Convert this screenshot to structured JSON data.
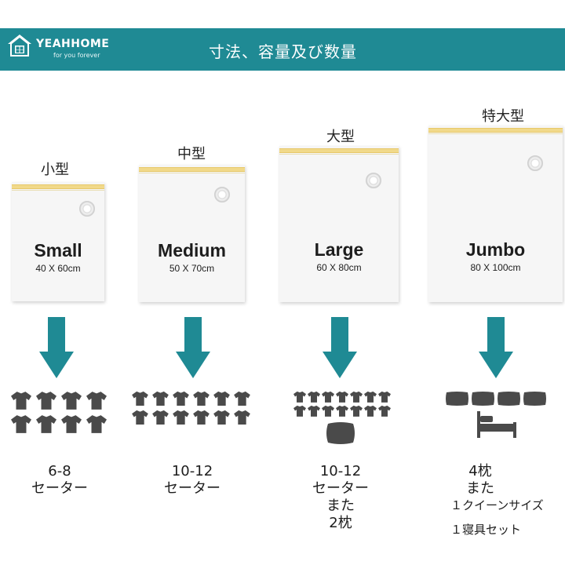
{
  "header": {
    "brand": "YEAHHOME",
    "tagline": "for you forever",
    "title": "寸法、容量及び数量",
    "color": "#1f8a94"
  },
  "sizes": [
    {
      "jp": "小型",
      "name": "Small",
      "dim": "40 X 60cm",
      "desc": [
        "6-8",
        "セーター"
      ]
    },
    {
      "jp": "中型",
      "name": "Medium",
      "dim": "50 X 70cm",
      "desc": [
        "10-12",
        "セーター"
      ]
    },
    {
      "jp": "大型",
      "name": "Large",
      "dim": "60 X 80cm",
      "desc": [
        "10-12",
        "セーター",
        "また",
        "2枕"
      ]
    },
    {
      "jp": "特大型",
      "name": "Jumbo",
      "dim": "80 X 100cm",
      "desc": [
        "4枕",
        "また"
      ],
      "desc_extra": [
        "１クイーンサイズ",
        "１寝具セット"
      ]
    }
  ],
  "colors": {
    "arrow": "#1f8a94",
    "icon": "#4a4a4a",
    "zipper": "#f1d98a"
  }
}
